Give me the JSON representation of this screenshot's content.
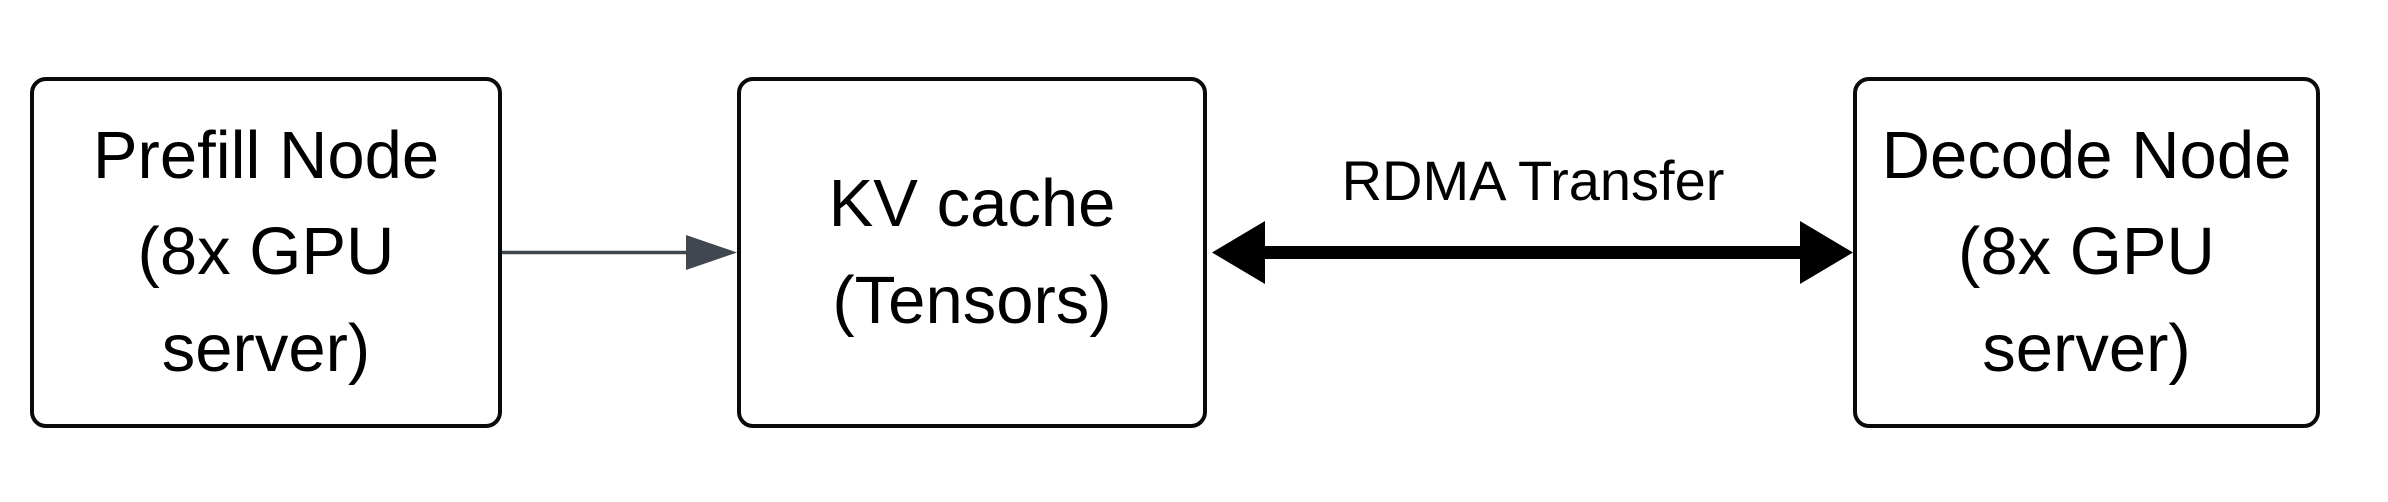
{
  "diagram": {
    "background_color": "#ffffff",
    "nodes": [
      {
        "id": "prefill-node",
        "label": "Prefill Node\n(8x GPU\nserver)"
      },
      {
        "id": "kv-cache",
        "label": "KV cache\n(Tensors)"
      },
      {
        "id": "decode-node",
        "label": "Decode Node\n(8x GPU\nserver)"
      }
    ],
    "edges": [
      {
        "from": "Prefill Node",
        "to": "KV cache",
        "type": "single-arrow-right",
        "label": ""
      },
      {
        "from": "KV cache",
        "to": "Decode Node",
        "type": "double-arrow",
        "label": "RDMA Transfer"
      }
    ],
    "colors": {
      "node_border": "#0a0a0a",
      "node_fill": "#ffffff",
      "text": "#000000",
      "thin_arrow": "#40474f",
      "thick_arrow": "#000000"
    }
  }
}
